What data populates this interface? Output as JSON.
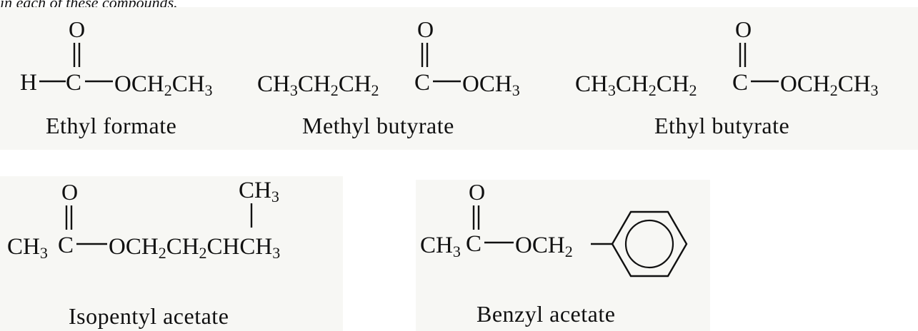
{
  "caption": "in each of these compounds.",
  "compounds": [
    {
      "name": "Ethyl formate",
      "left": "H",
      "o_label": "O",
      "right_parts": [
        "O",
        "CH",
        "2",
        "CH",
        "3"
      ]
    },
    {
      "name": "Methyl butyrate",
      "left_parts": [
        "CH",
        "3",
        "CH",
        "2",
        "CH",
        "2"
      ],
      "o_label": "O",
      "right_parts": [
        "O",
        "CH",
        "3"
      ]
    },
    {
      "name": "Ethyl butyrate",
      "left_parts": [
        "CH",
        "3",
        "CH",
        "2",
        "CH",
        "2"
      ],
      "o_label": "O",
      "right_parts": [
        "O",
        "CH",
        "2",
        "CH",
        "3"
      ]
    },
    {
      "name": "Isopentyl acetate",
      "left_parts": [
        "CH",
        "3"
      ],
      "o_label": "O",
      "right_parts": [
        "O",
        "CH",
        "2",
        "CH",
        "2",
        "CHCH",
        "3"
      ],
      "branch_parts": [
        "CH",
        "3"
      ]
    },
    {
      "name": "Benzyl acetate",
      "left_parts": [
        "CH",
        "3"
      ],
      "o_label": "O",
      "right_parts": [
        "O",
        "CH",
        "2"
      ]
    }
  ],
  "carbon_label": "C",
  "colors": {
    "panel": "#f7f7f4",
    "ink": "#111111"
  }
}
